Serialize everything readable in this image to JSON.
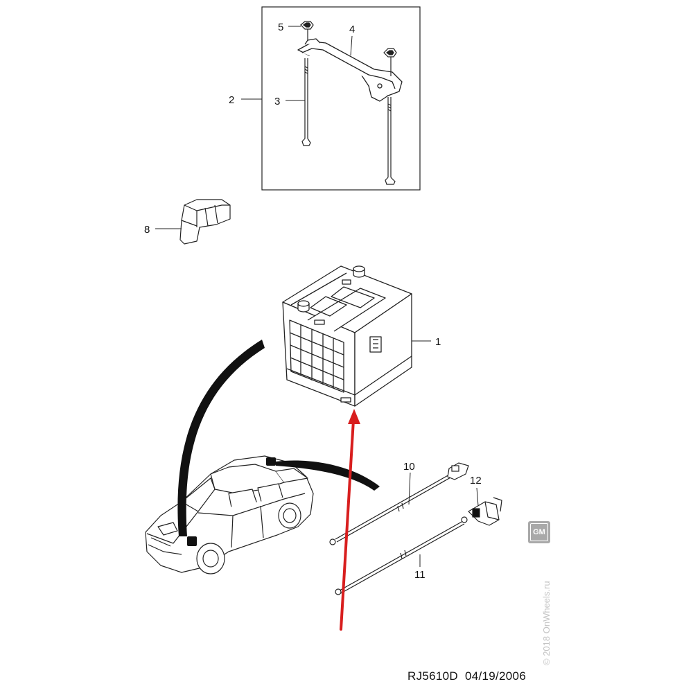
{
  "callouts": {
    "c1": "1",
    "c2": "2",
    "c3": "3",
    "c4": "4",
    "c5": "5",
    "c8": "8",
    "c10": "10",
    "c11": "11",
    "c12": "12"
  },
  "reference": {
    "code": "RJ5610D",
    "date": "04/19/2006"
  },
  "logo": {
    "text": "GM"
  },
  "watermark": {
    "text": "© 2018 OnWheels.ru"
  },
  "colors": {
    "line": "#222222",
    "highlight_arrow": "#d81e1e",
    "logo_bg": "#a9a9a9",
    "watermark": "#c4c4c4"
  }
}
